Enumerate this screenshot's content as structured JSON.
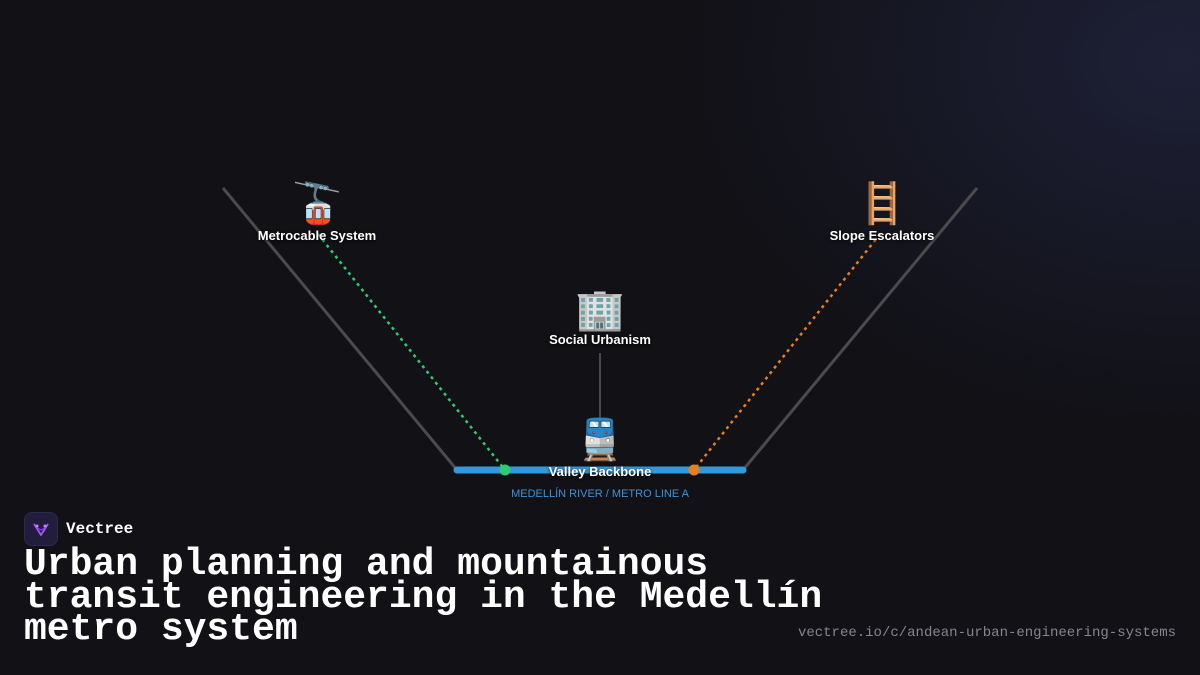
{
  "diagram": {
    "nodes": {
      "metrocable": {
        "icon": "🚡",
        "icon_name": "aerial-tramway-icon",
        "label": "Metrocable System",
        "color": "#2ecc71"
      },
      "escalators": {
        "icon": "🪜",
        "icon_name": "ladder-icon",
        "label": "Slope Escalators",
        "color": "#e67e22"
      },
      "social": {
        "icon": "🏢",
        "icon_name": "office-building-icon",
        "label": "Social Urbanism"
      },
      "valley": {
        "icon": "🚆",
        "icon_name": "train-icon",
        "label": "Valley Backbone"
      }
    },
    "river_label": "MEDELLÍN RIVER / METRO LINE A",
    "colors": {
      "river": "#3498db",
      "slope": "#4a4a4f",
      "stem": "#5a5a60"
    }
  },
  "brand": {
    "name": "Vectree"
  },
  "title": "Urban planning and mountainous transit engineering in the Medellín metro system",
  "url": "vectree.io/c/andean-urban-engineering-systems"
}
